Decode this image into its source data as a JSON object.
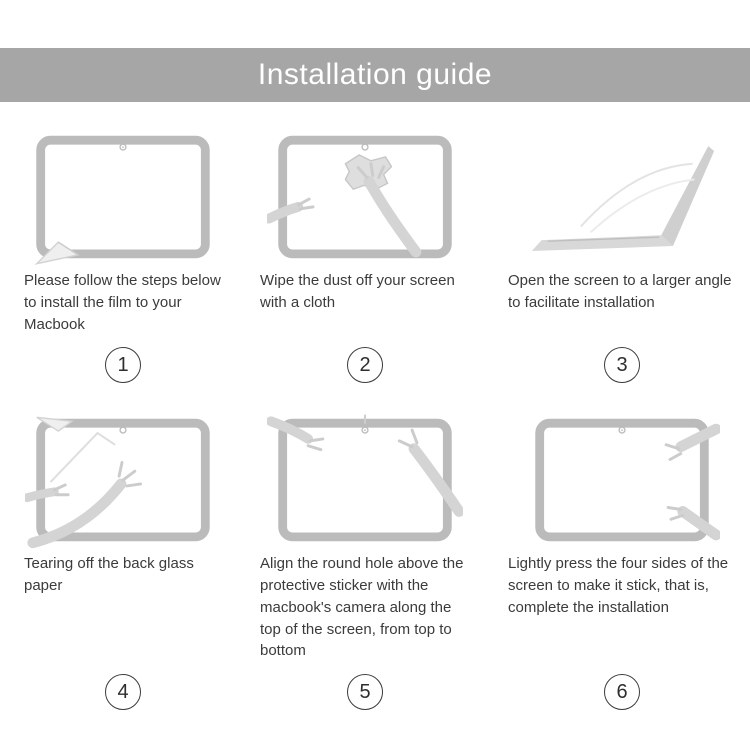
{
  "header": {
    "title": "Installation guide"
  },
  "steps": [
    {
      "number": "1",
      "caption": "Please follow the steps below to install the film to your Macbook",
      "illustration": "macbook-film-peel"
    },
    {
      "number": "2",
      "caption": "Wipe the dust off your screen with a cloth",
      "illustration": "wipe-screen-with-cloth"
    },
    {
      "number": "3",
      "caption": "Open the screen to a larger angle to facilitate installation",
      "illustration": "open-screen-wide-angle"
    },
    {
      "number": "4",
      "caption": "Tearing off the back glass paper",
      "illustration": "tear-back-glass-paper"
    },
    {
      "number": "5",
      "caption": "Align the round hole above the protective sticker with the macbook's camera along the top of the screen, from top to bottom",
      "illustration": "align-camera-hole"
    },
    {
      "number": "6",
      "caption": "Lightly press the four sides of the screen to make it stick, that is, complete the installation",
      "illustration": "press-four-sides"
    }
  ],
  "colors": {
    "header_bar": "#a6a6a6",
    "line_art": "#bbbbbb",
    "text": "#3b3b3b"
  }
}
